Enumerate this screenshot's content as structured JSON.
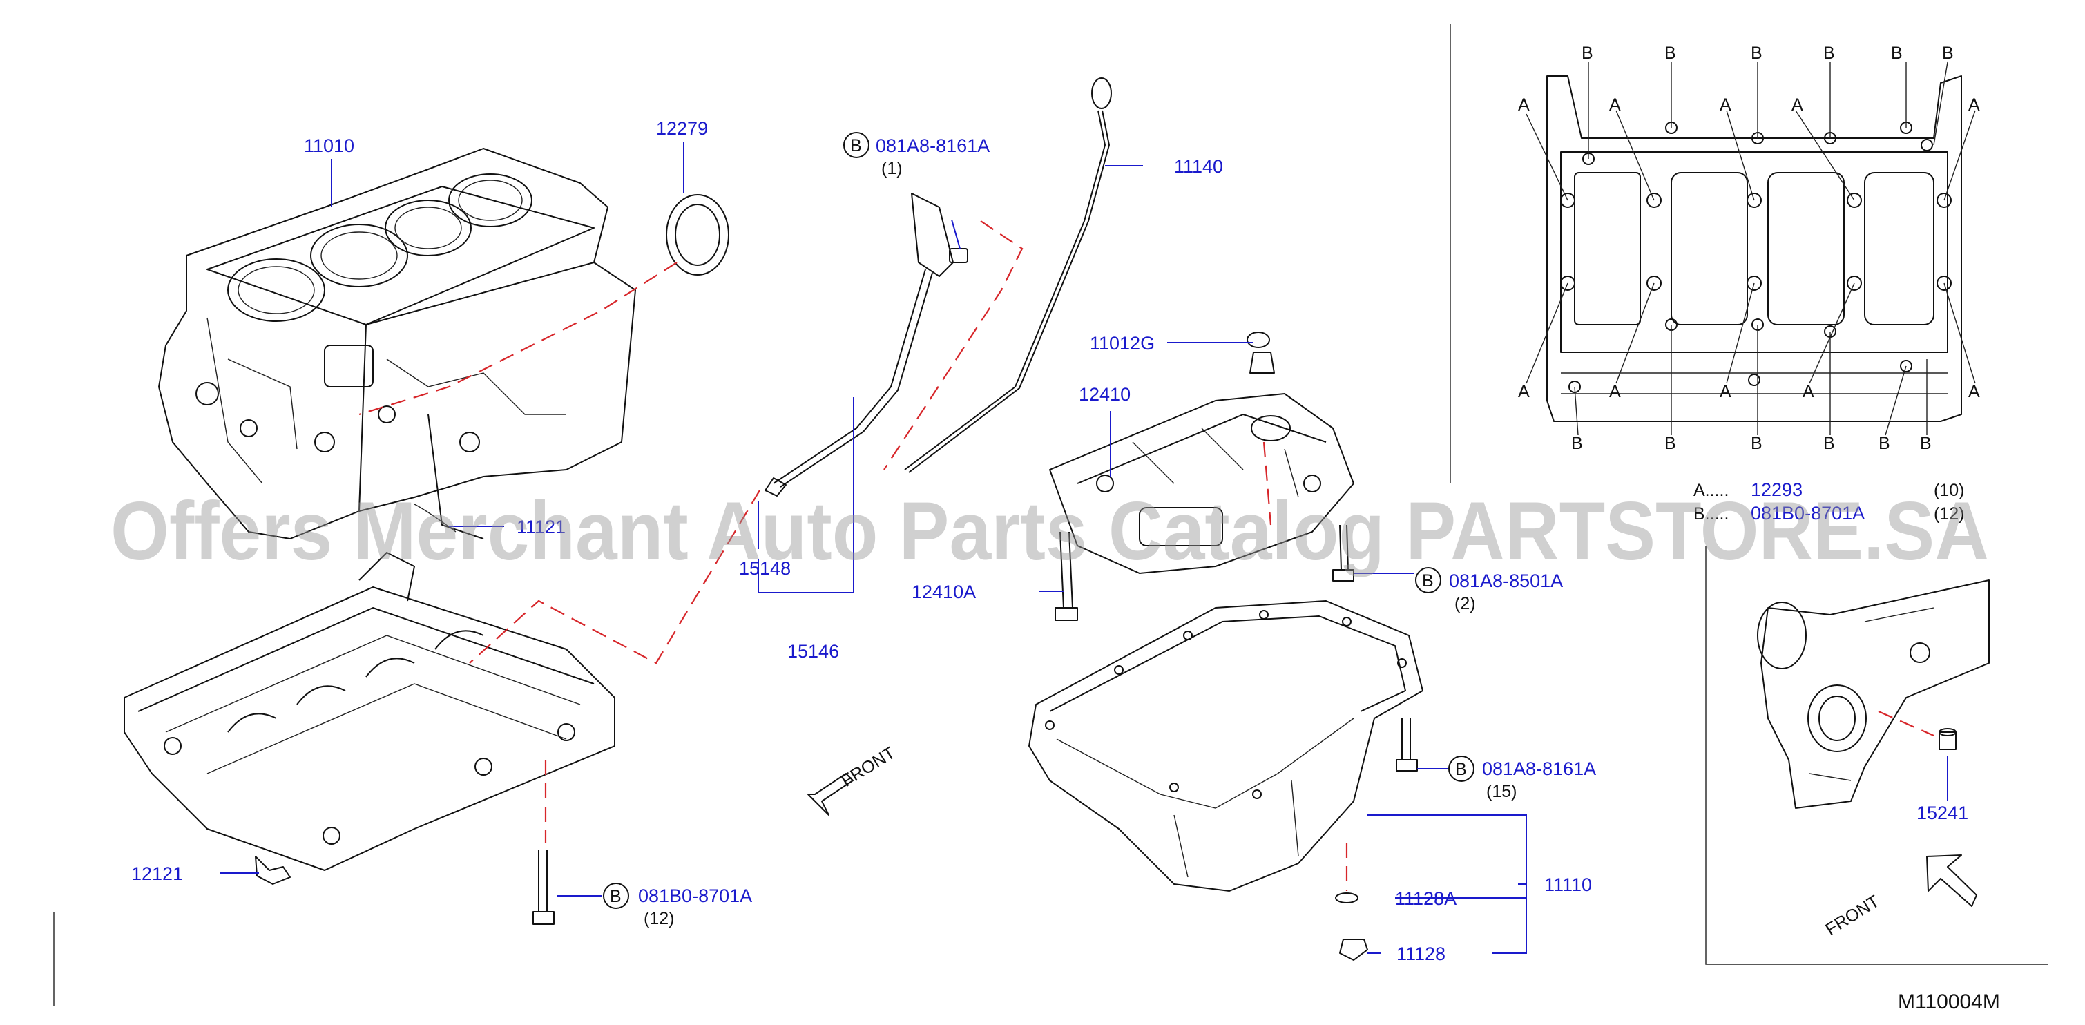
{
  "watermark": "Offers Merchant Auto Parts Catalog PARTSTORE.SA",
  "diagram_code": "M110004M",
  "front_label": "FRONT",
  "parts": {
    "p11010": "11010",
    "p12279": "12279",
    "p11121": "11121",
    "p12121": "12121",
    "p15148": "15148",
    "p15146": "15146",
    "p11140": "11140",
    "p11012G": "11012G",
    "p12410": "12410",
    "p12410A": "12410A",
    "p11110": "11110",
    "p11128A": "11128A",
    "p11128": "11128",
    "p15241": "15241",
    "p12293": "12293"
  },
  "bolts": [
    {
      "letter": "B",
      "code": "081A8-8161A",
      "qty": "(1)"
    },
    {
      "letter": "B",
      "code": "081A8-8501A",
      "qty": "(2)"
    },
    {
      "letter": "B",
      "code": "081A8-8161A",
      "qty": "(15)"
    },
    {
      "letter": "B",
      "code": "081B0-8701A",
      "qty": "(12)"
    }
  ],
  "legend": {
    "a_key": "A.....",
    "a_part": "12293",
    "a_qty": "(10)",
    "b_key": "B.....",
    "b_part": "081B0-8701A",
    "b_qty": "(12)"
  },
  "markers": {
    "a": "A",
    "b": "B"
  }
}
